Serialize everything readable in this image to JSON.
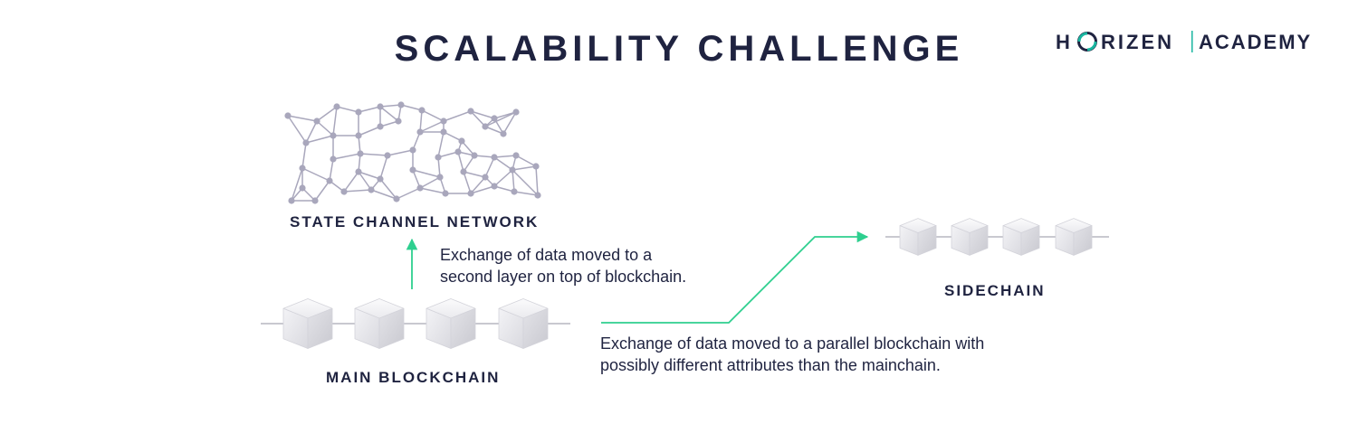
{
  "title": "SCALABILITY CHALLENGE",
  "logo": {
    "brand_left": "H",
    "brand_right": "RIZEN",
    "academy": "ACADEMY",
    "icon": "o-ring-logo-icon"
  },
  "labels": {
    "state_channel": "STATE CHANNEL NETWORK",
    "main_chain": "MAIN BLOCKCHAIN",
    "sidechain": "SIDECHAIN"
  },
  "descriptions": {
    "layer2": [
      "Exchange of data moved to a",
      "second layer on top of blockchain."
    ],
    "sidechain": [
      "Exchange of data moved to a parallel blockchain with",
      "possibly different attributes than the mainchain."
    ]
  },
  "colors": {
    "arrow": "#2ecf8f",
    "text": "#1f2340",
    "network": "#a9a7bc",
    "logo_accent": "#19b6a0"
  }
}
